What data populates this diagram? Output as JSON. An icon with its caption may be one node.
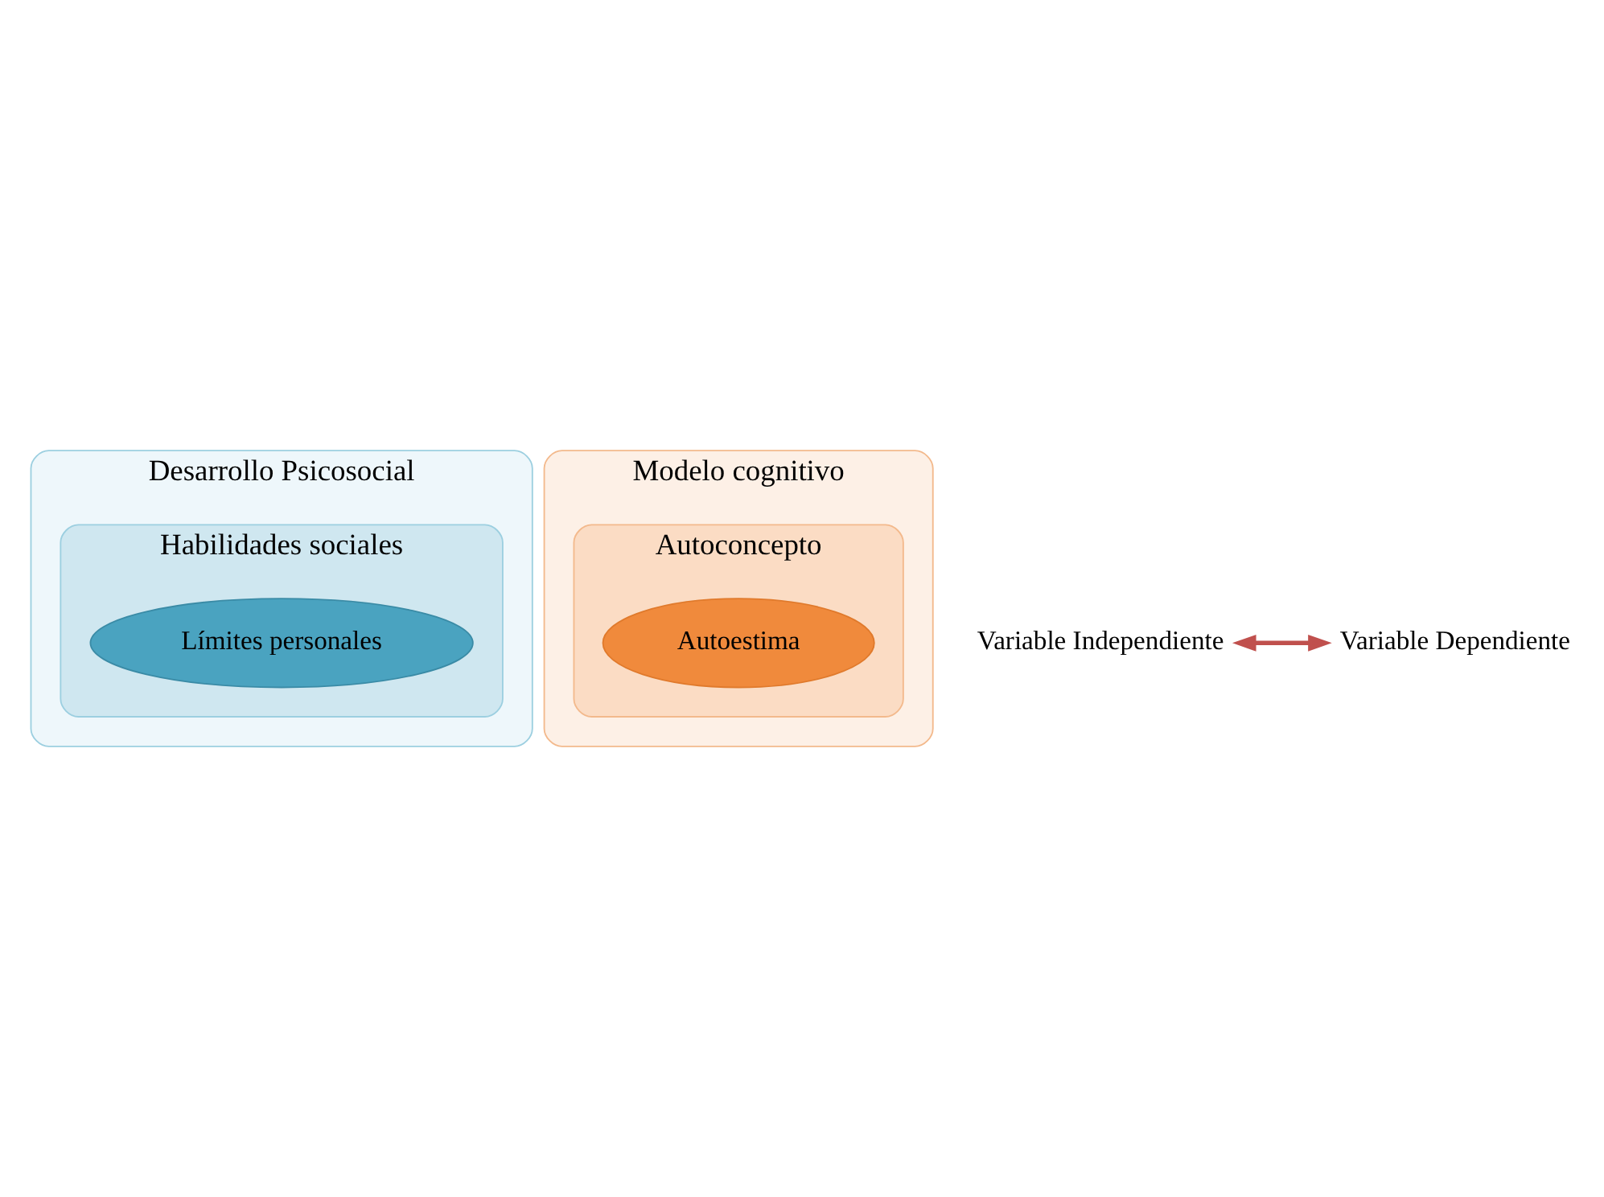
{
  "diagram": {
    "nodes": [
      {
        "text": [
          "Desarrollo Psicosocial"
        ]
      },
      {
        "text": [
          "Habilidades sociales"
        ],
        "in": 0
      },
      {
        "text": [
          "Límites personales"
        ],
        "in": 1
      },
      {
        "text": [
          "Modelo cognitivo"
        ]
      },
      {
        "text": [
          "Autoconcepto"
        ],
        "in": 3
      },
      {
        "text": [
          "Autoestima"
        ],
        "in": 4
      },
      {
        "text": [
          "Variable Independiente"
        ]
      },
      {
        "text": [
          "Variable Dependiente"
        ]
      }
    ],
    "edges": [
      {
        "from": 6,
        "to": 7,
        "arrow": "both"
      }
    ]
  }
}
